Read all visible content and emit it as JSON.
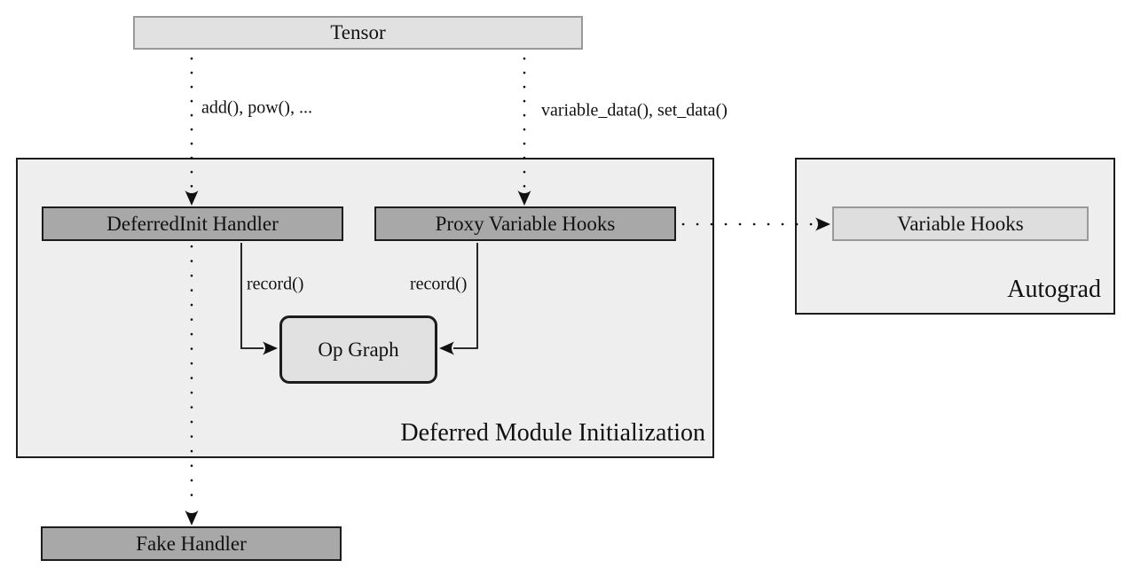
{
  "diagram": {
    "colors": {
      "background": "#ffffff",
      "container_fill": "#eeeeee",
      "container_border": "#1c1c1c",
      "light_node_fill": "#e1e1e1",
      "light_node_border": "#999999",
      "dark_node_fill": "#a8a8a8",
      "dark_node_border": "#1c1c1c",
      "line_color": "#111111",
      "text_color": "#111111"
    },
    "nodes": {
      "tensor": {
        "label": "Tensor"
      },
      "deferredinit_handler": {
        "label": "DeferredInit Handler"
      },
      "proxy_variable_hooks": {
        "label": "Proxy Variable Hooks"
      },
      "op_graph": {
        "label": "Op Graph"
      },
      "variable_hooks": {
        "label": "Variable Hooks"
      },
      "fake_handler": {
        "label": "Fake Handler"
      }
    },
    "containers": {
      "deferred_module_initialization": {
        "label": "Deferred Module Initialization"
      },
      "autograd": {
        "label": "Autograd"
      }
    },
    "edge_labels": {
      "tensor_to_deferredinit": "add(), pow(), ...",
      "tensor_to_proxy": "variable_data(), set_data()",
      "deferredinit_to_opgraph": "record()",
      "proxy_to_opgraph": "record()"
    }
  }
}
